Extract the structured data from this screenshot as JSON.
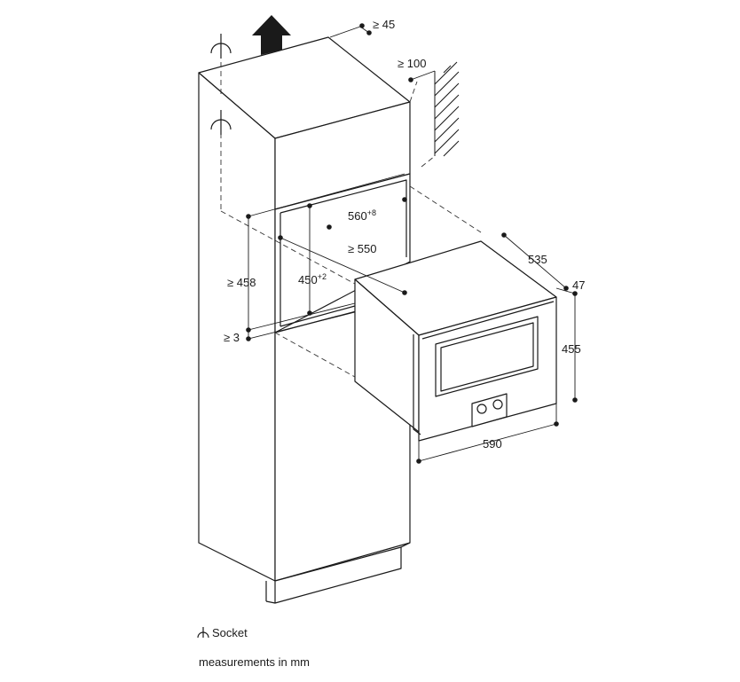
{
  "diagram": {
    "dimensions": {
      "clearance_top": "≥ 45",
      "clearance_wall": "≥ 100",
      "niche_width": "560",
      "niche_width_tol": "+8",
      "niche_depth": "≥ 550",
      "niche_height": "450",
      "niche_height_tol": "+2",
      "cabinet_height": "≥ 458",
      "gap_bottom": "≥ 3",
      "appliance_depth": "535",
      "front_depth": "47",
      "appliance_height": "455",
      "appliance_width": "590"
    },
    "icons": {
      "ventilation": "up-arrow-icon",
      "socket": "socket-icon"
    }
  },
  "legend": {
    "socket_label": "Socket",
    "units_label": "measurements in mm"
  }
}
